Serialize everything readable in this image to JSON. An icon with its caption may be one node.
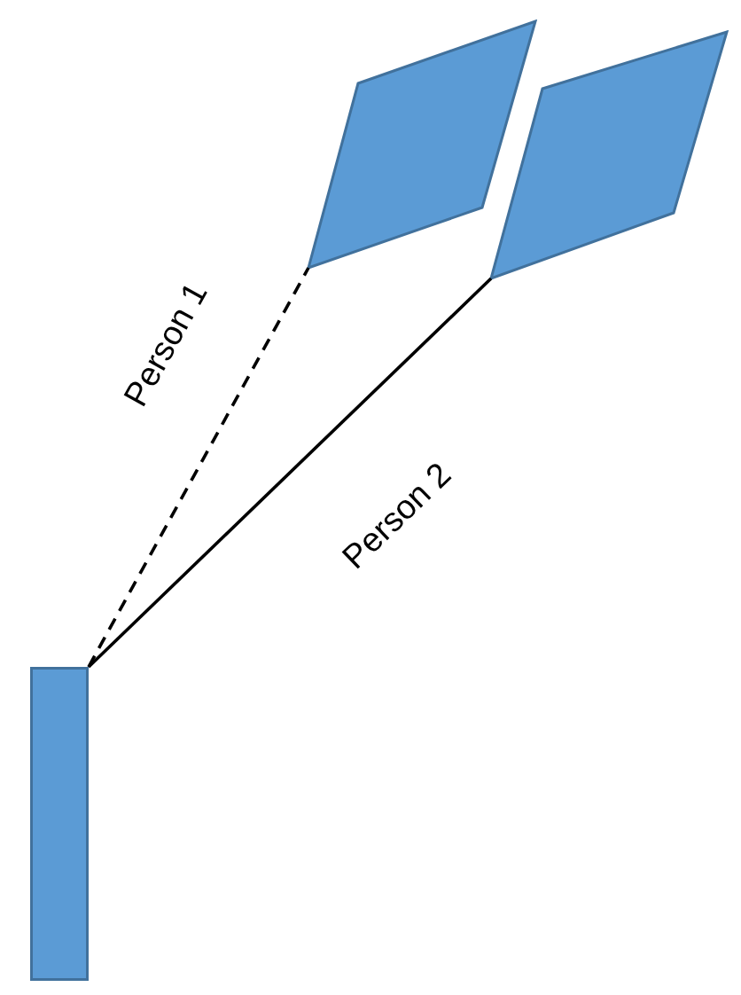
{
  "diagram": {
    "nodes": [
      {
        "text": [],
        "shape": "parallelogram"
      },
      {
        "text": [],
        "shape": "parallelogram"
      },
      {
        "text": [],
        "shape": "bar"
      }
    ],
    "edges": [
      {
        "from": 2,
        "to": 0,
        "arrow": "none",
        "style": "dashed",
        "label": "Person 1"
      },
      {
        "from": 2,
        "to": 1,
        "arrow": "none",
        "label": "Person 2"
      }
    ]
  }
}
